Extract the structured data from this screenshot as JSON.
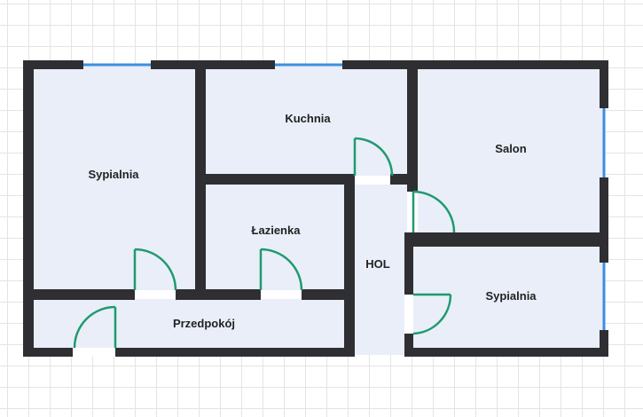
{
  "colors": {
    "wall": "#2f2f33",
    "floor": "#e9eef9",
    "window": "#3b8fe0",
    "door": "#1f9a6e",
    "grid": "#e4e4e4"
  },
  "rooms": {
    "bedroom_left": "Sypialnia",
    "kitchen": "Kuchnia",
    "living_room": "Salon",
    "bathroom": "Łazienka",
    "hall": "HOL",
    "bedroom_right": "Sypialnia",
    "entrance_hall": "Przedpokój"
  }
}
